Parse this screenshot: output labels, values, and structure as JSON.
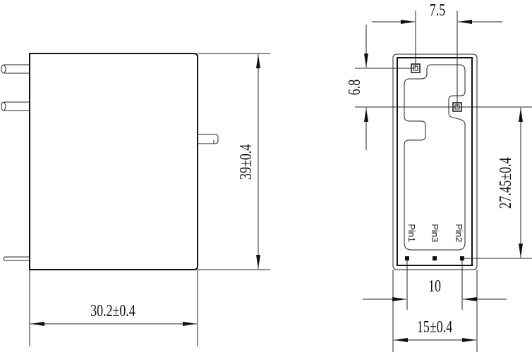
{
  "side_view": {
    "height_dim": "39±0.4",
    "width_dim": "30.2±0.4"
  },
  "bottom_view": {
    "pin_pitch_horizontal_dim": "7.5",
    "pin_pitch_vertical_dim": "6.8",
    "pin_offset_dim": "27.45±0.4",
    "pin_spacing_dim": "10",
    "width_dim": "15±0.4",
    "pin_labels": [
      "Pin1",
      "Pin3",
      "Pin2"
    ]
  },
  "colors": {
    "line": "#111111",
    "background": "#ffffff"
  }
}
